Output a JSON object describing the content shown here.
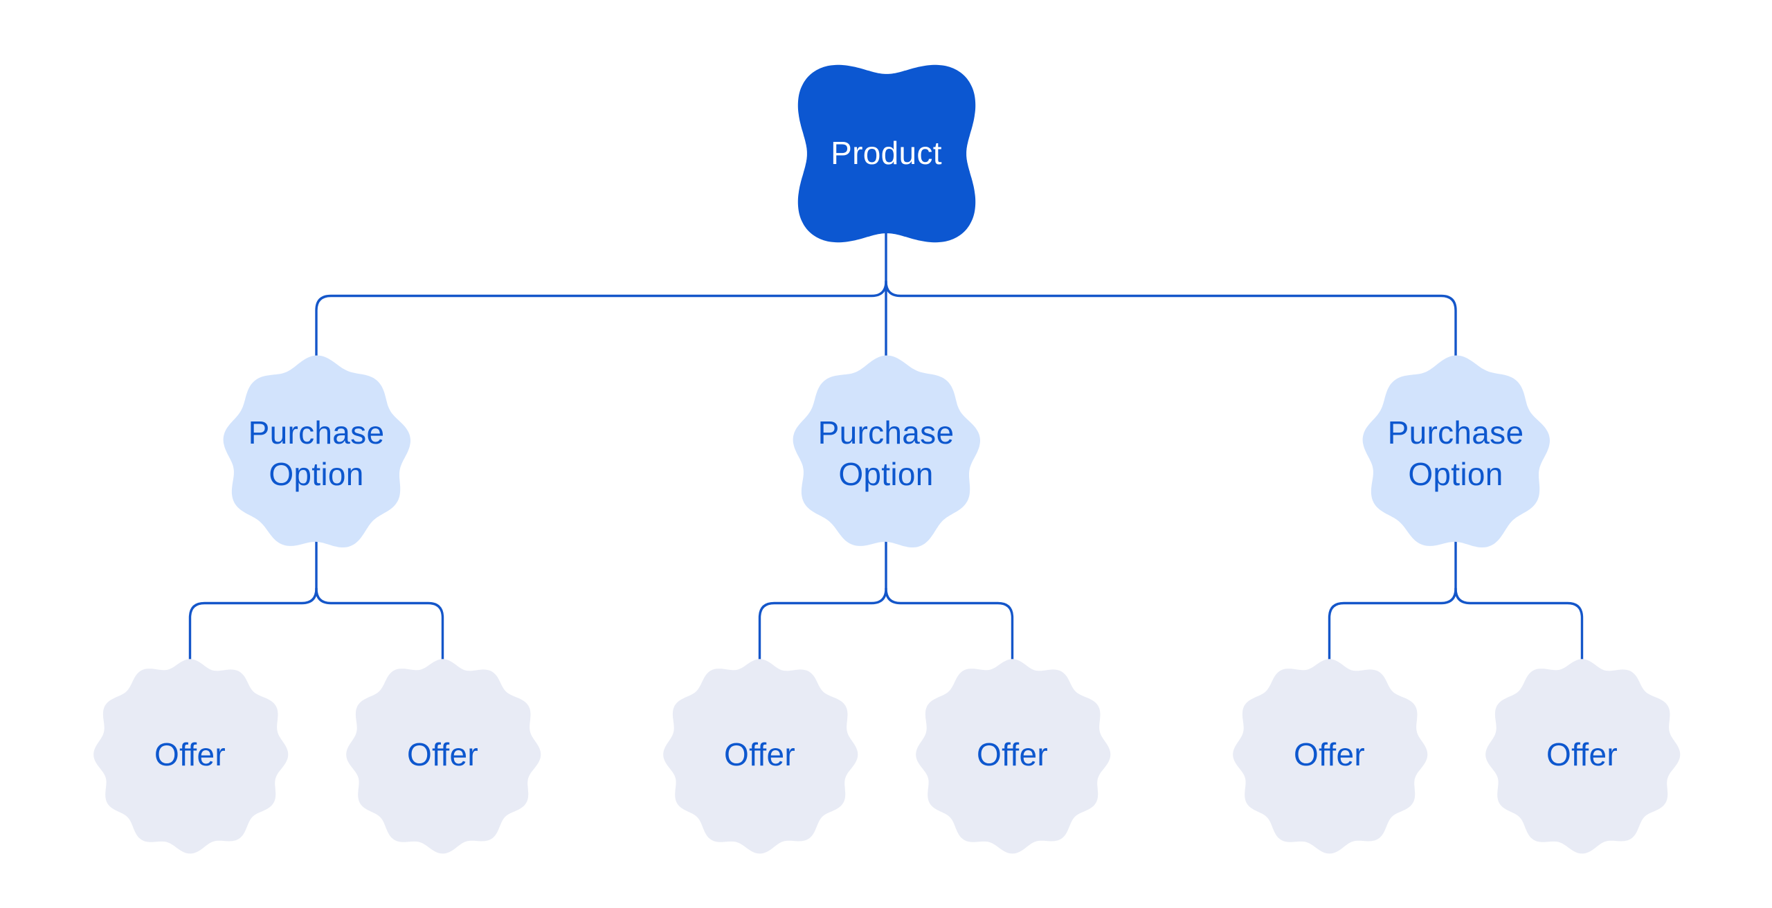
{
  "page": {
    "background": "#ffffff"
  },
  "diagram": {
    "type": "tree",
    "colors": {
      "product_fill": "#0c57d1",
      "product_text": "#ffffff",
      "option_fill": "#d2e3fc",
      "offer_fill": "#e8ebf5",
      "label_text": "#0d57ce",
      "connector": "#1456c9"
    },
    "root": {
      "label": "Product"
    },
    "groups": [
      {
        "option": {
          "label": "Purchase Option"
        },
        "offers": [
          {
            "label": "Offer"
          },
          {
            "label": "Offer"
          }
        ]
      },
      {
        "option": {
          "label": "Purchase Option"
        },
        "offers": [
          {
            "label": "Offer"
          },
          {
            "label": "Offer"
          }
        ]
      },
      {
        "option": {
          "label": "Purchase Option"
        },
        "offers": [
          {
            "label": "Offer"
          },
          {
            "label": "Offer"
          }
        ]
      }
    ]
  }
}
